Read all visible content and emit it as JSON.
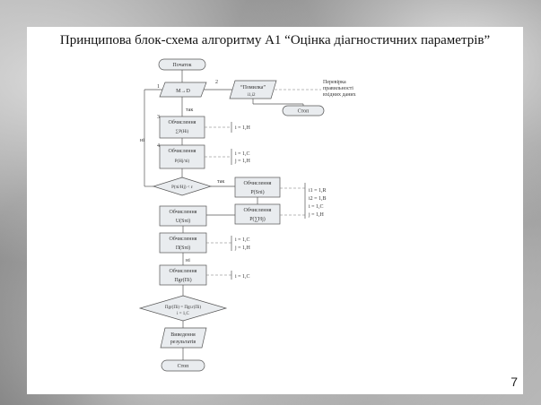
{
  "title": "Принципова блок-схема алгоритму А1 “Оцінка діагностичних параметрів”",
  "page_number": "7",
  "flowchart": {
    "start": "Початок",
    "step1": "M→D",
    "error_box": "“Помилка”",
    "error_sub": "i1,i2",
    "check_note": [
      "Перевірка",
      "правильності",
      "вхідних даних"
    ],
    "stop_top": "Стоп",
    "yes_label": "так",
    "no_label": "ні",
    "compute_label": "Обчислення",
    "calc1_formula": "∑P(Hi)",
    "calc2_formula": "P(Hj/πi)",
    "range_i_H": "i = 1,H",
    "range_i_C": "i = 1,C",
    "range_j_H": "j = 1,H",
    "decision1": "P(πi/Hj) < ε",
    "right1_formula": "P(Sπi)",
    "right2_formula": "P(∑Hj)",
    "range_right": [
      "i1 = 1,R",
      "i2 = 1,B",
      "i = 1,C",
      "j = 1,H"
    ],
    "calc_U": "U(Sπi)",
    "calc_Pi": "Π(Sπi)",
    "calc_Pi2": "Пgr(Пi)",
    "range_i_C2": "i = 1,C",
    "decision2": "Пgr(Пi) = Пgr.r(Пi)",
    "decision2_sub": "i = 1,C",
    "output": [
      "Виведення",
      "результатів"
    ],
    "stop_bottom": "Стоп",
    "num1": "1",
    "num2": "2",
    "num3": "3",
    "num4": "4"
  }
}
